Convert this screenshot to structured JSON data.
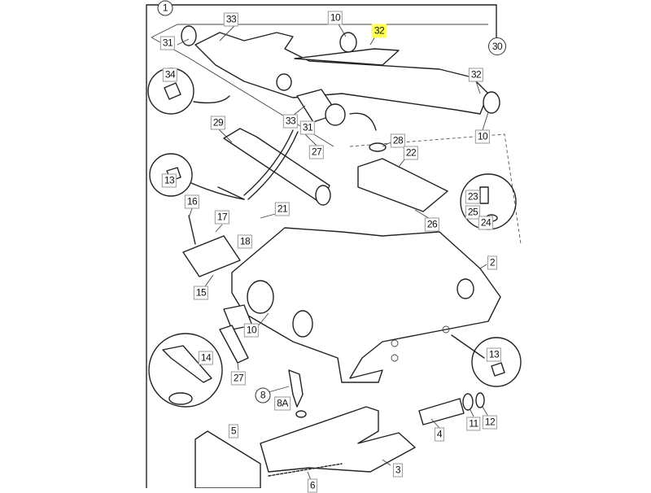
{
  "diagram": {
    "title_callout": "1",
    "highlight_color": "#ffff55",
    "labels": {
      "l1": "1",
      "l33a": "33",
      "l10a": "10",
      "l32a": "32",
      "l30": "30",
      "l31a": "31",
      "l34": "34",
      "l32b": "32",
      "l33b": "33",
      "l31b": "31",
      "l10b": "10",
      "l29": "29",
      "l27a": "27",
      "l28": "28",
      "l22": "22",
      "l13a": "13",
      "l23": "23",
      "l25": "25",
      "l24": "24",
      "l16": "16",
      "l17": "17",
      "l21": "21",
      "l18": "18",
      "l26": "26",
      "l2": "2",
      "l15": "15",
      "l10c": "10",
      "l14": "14",
      "l13b": "13",
      "l27b": "27",
      "l8": "8",
      "l8a": "8A",
      "l5": "5",
      "l4": "4",
      "l11": "11",
      "l12": "12",
      "l3": "3",
      "l6": "6"
    }
  }
}
